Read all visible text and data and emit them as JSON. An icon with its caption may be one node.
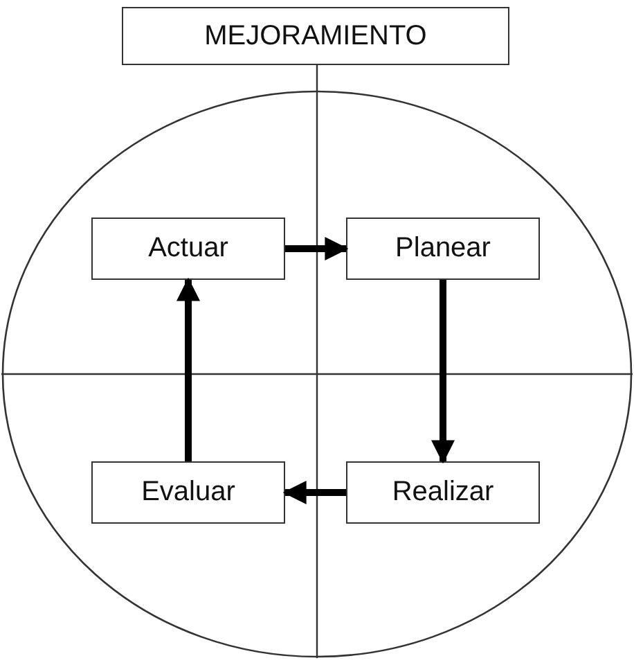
{
  "diagram": {
    "nodes": [
      {
        "text": [
          "MEJORAMIENTO"
        ]
      },
      {
        "text": [],
        "shape": "circle"
      },
      {
        "text": [
          "Actuar"
        ],
        "in": 1
      },
      {
        "text": [
          "Planear"
        ],
        "in": 1
      },
      {
        "text": [
          "Evaluar"
        ],
        "in": 1
      },
      {
        "text": [
          "Realizar"
        ],
        "in": 1
      }
    ],
    "edges": [
      {
        "from": 2,
        "to": 3,
        "arrow": "to"
      },
      {
        "from": 3,
        "to": 5,
        "arrow": "to"
      },
      {
        "from": 5,
        "to": 4,
        "arrow": "to"
      },
      {
        "from": 4,
        "to": 2,
        "arrow": "to"
      }
    ]
  }
}
